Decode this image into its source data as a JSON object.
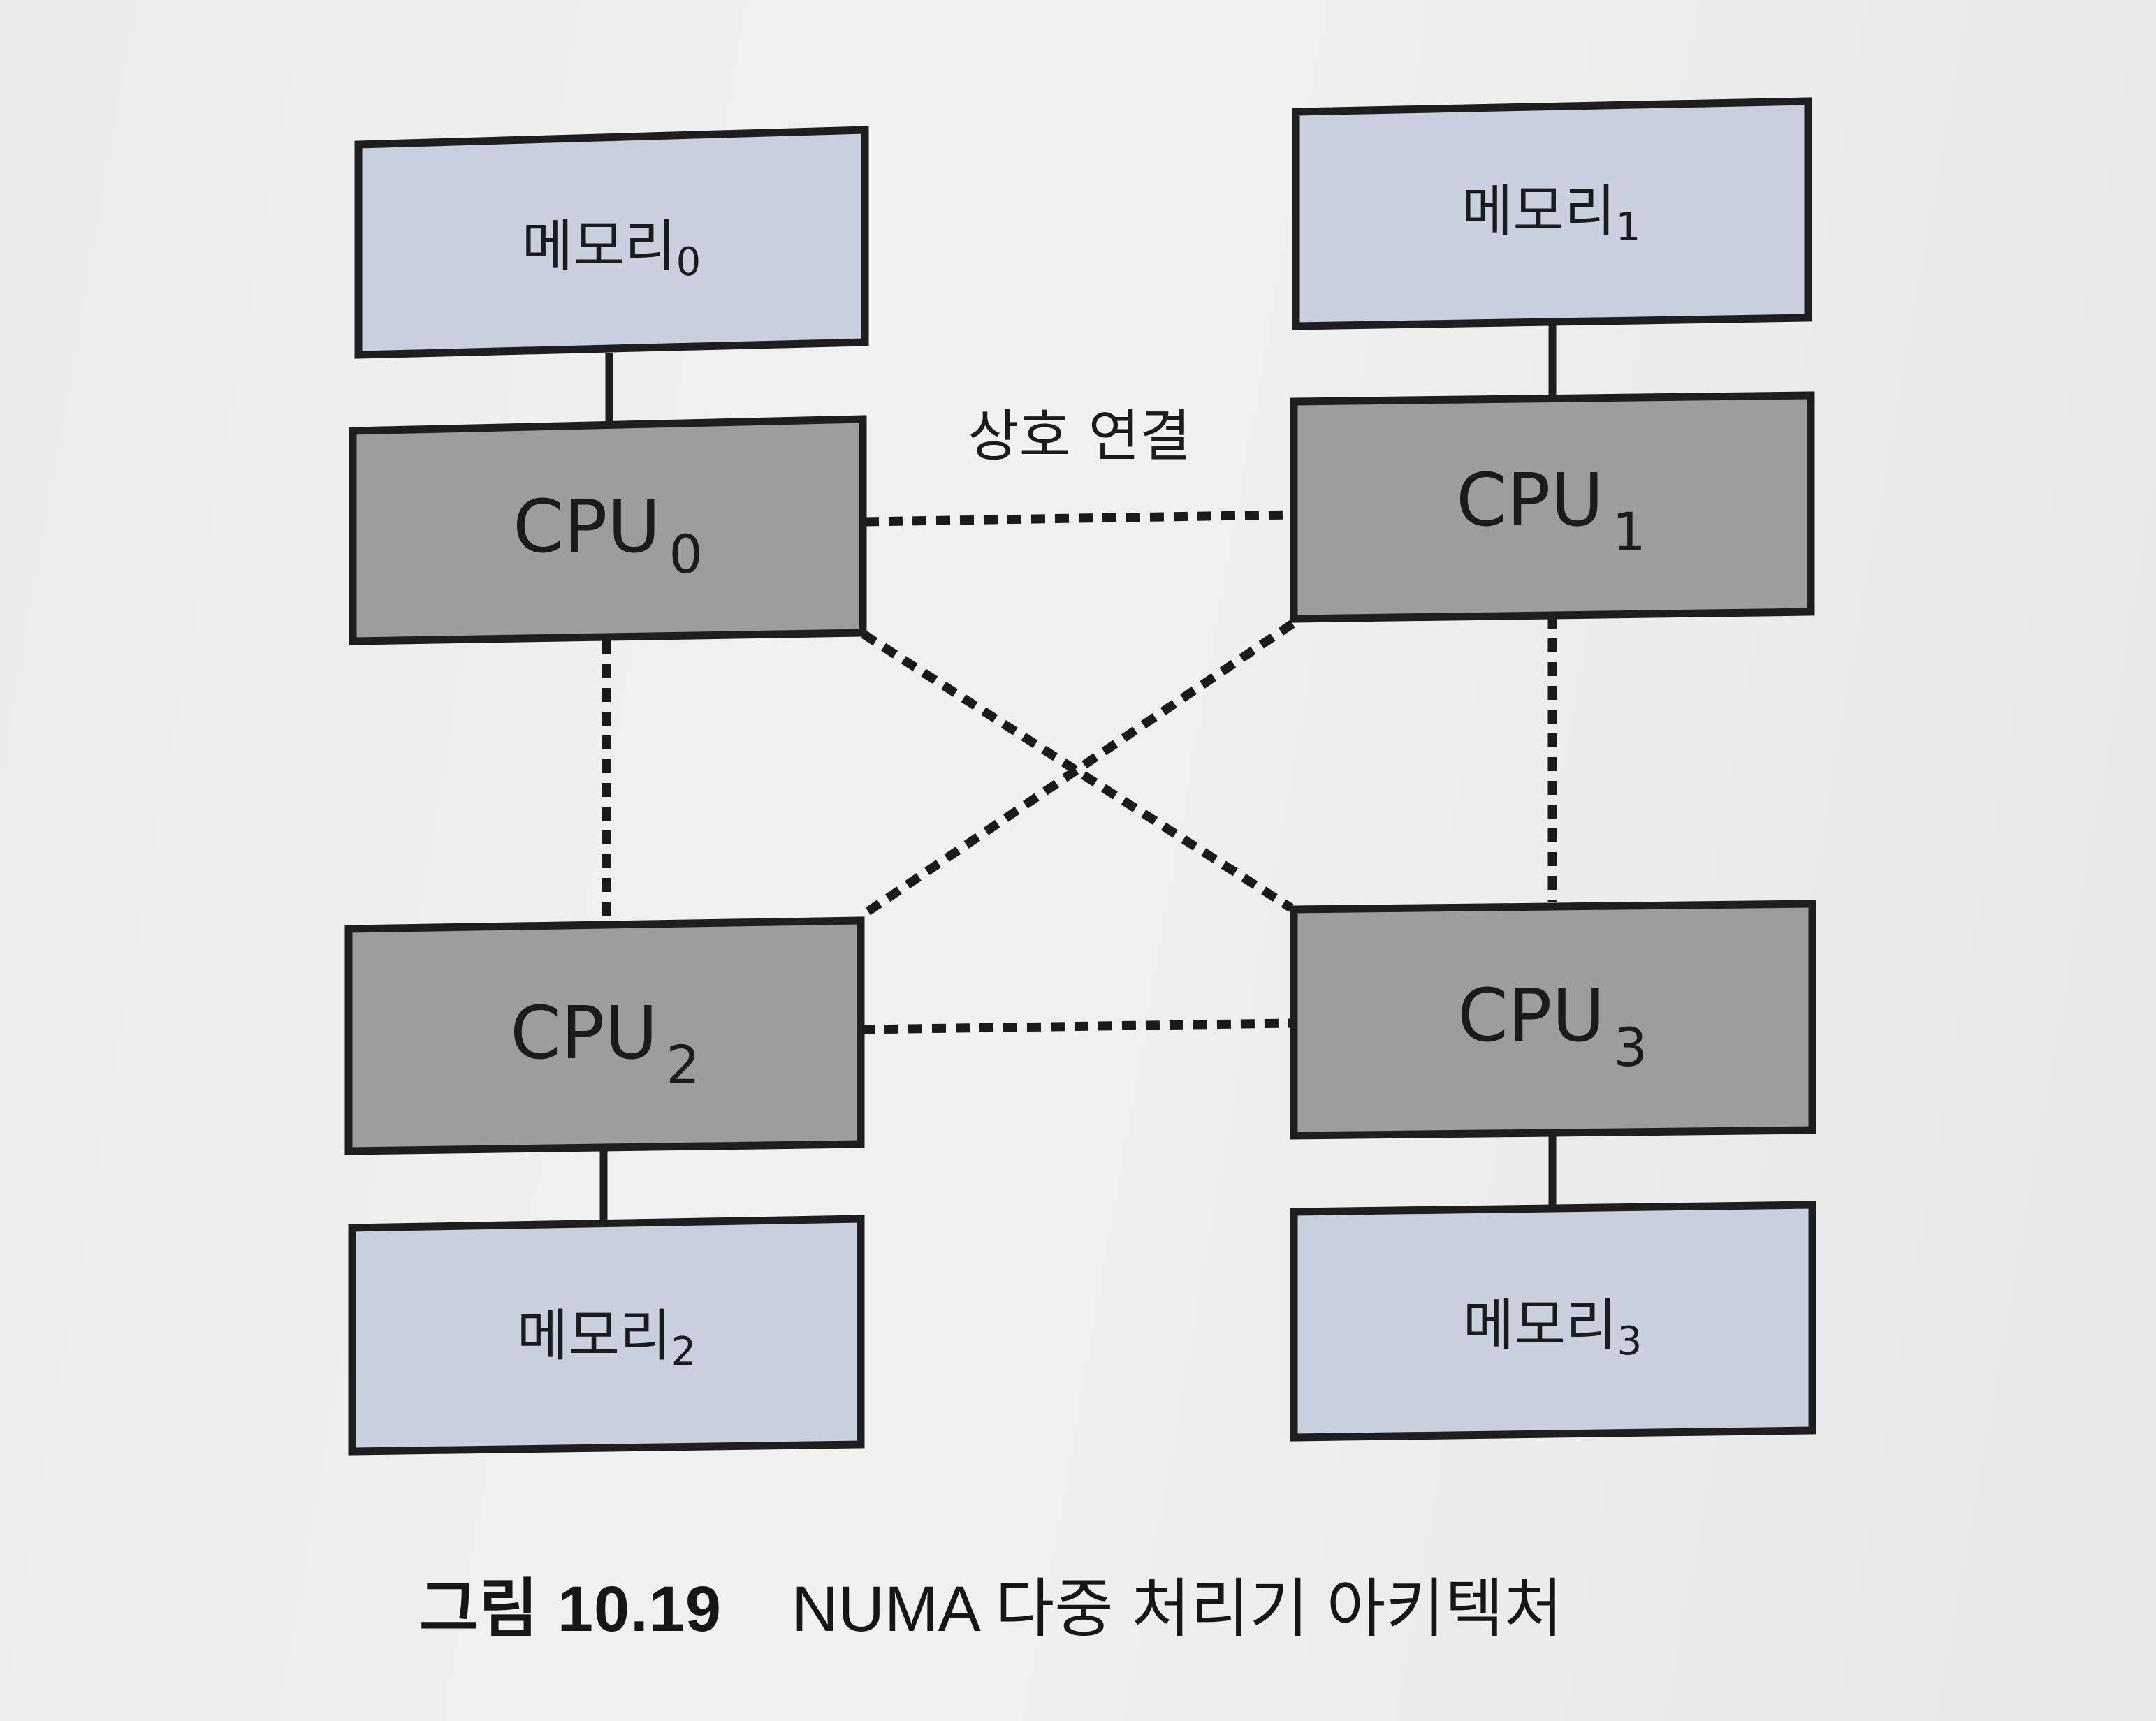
{
  "interconnect_label": "상호 연결",
  "memories": [
    {
      "base": "메모리",
      "sub": "0"
    },
    {
      "base": "메모리",
      "sub": "1"
    },
    {
      "base": "메모리",
      "sub": "2"
    },
    {
      "base": "메모리",
      "sub": "3"
    }
  ],
  "cpus": [
    {
      "base": "CPU",
      "sub": "0"
    },
    {
      "base": "CPU",
      "sub": "1"
    },
    {
      "base": "CPU",
      "sub": "2"
    },
    {
      "base": "CPU",
      "sub": "3"
    }
  ],
  "caption": {
    "number": "그림 10.19",
    "title": "NUMA 다중 처리기 아키텍처"
  },
  "colors": {
    "memory_fill": "#c8d0e0",
    "cpu_fill": "#9d9d9d",
    "stroke": "#1e1e1e"
  }
}
